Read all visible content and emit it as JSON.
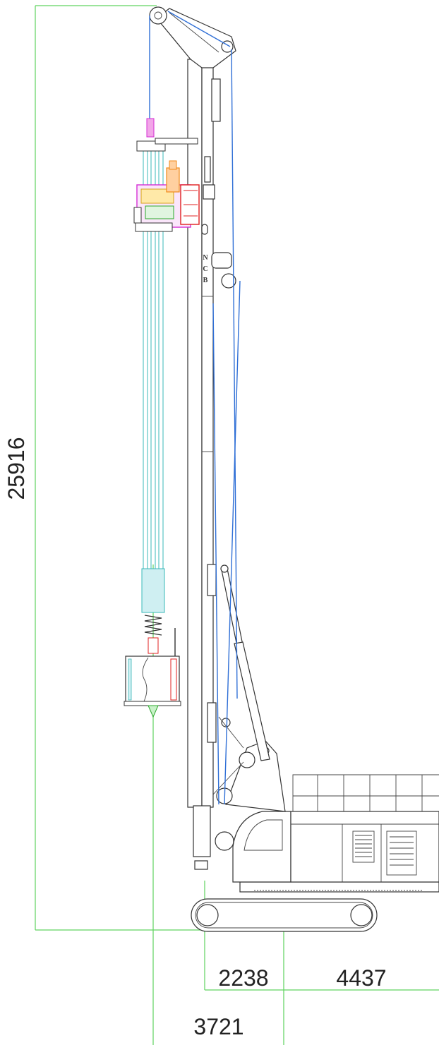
{
  "dimensions": {
    "total_height": "25916",
    "front_offset": "2238",
    "rear_length": "4437",
    "working_radius": "3721"
  },
  "mast_label": [
    "N",
    "C",
    "B"
  ],
  "colors": {
    "dimension_line": "#5fd35f",
    "cable": "#2f6fd6",
    "kelly_bar": "#3ab8b8",
    "outline": "#333333",
    "rotary_head_magenta": "#d42fd4",
    "rotary_head_red": "#e02020",
    "motor_orange": "#f08a1a"
  }
}
